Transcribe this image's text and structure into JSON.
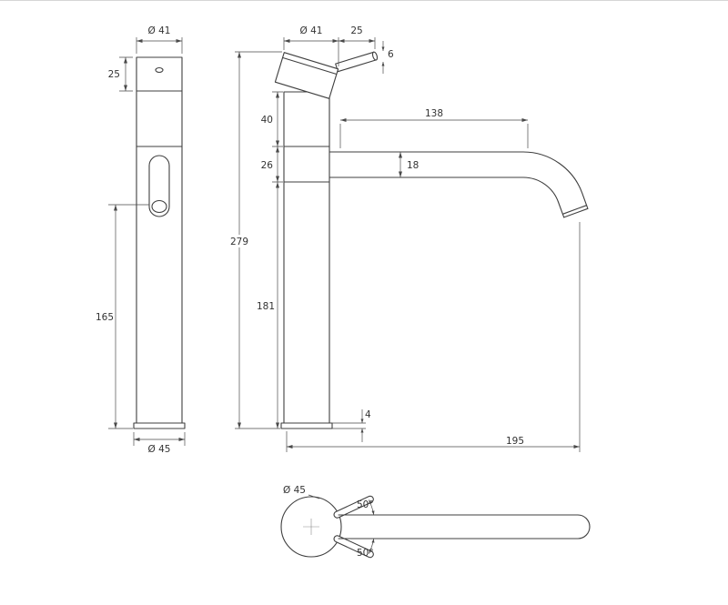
{
  "drawing": {
    "type": "faucet-technical-drawing",
    "colors": {
      "line": "#3f3f3f",
      "dimension": "#4a4a4a",
      "background": "#ffffff"
    }
  },
  "front_view": {
    "top_diameter": "Ø 41",
    "cap_height": "25",
    "spout_height": "165",
    "base_diameter": "Ø 45"
  },
  "side_view": {
    "top_diameter": "Ø 41",
    "handle_length": "25",
    "lever_diameter": "6",
    "upper_section": "40",
    "spout_section": "26",
    "spout_reach": "138",
    "spout_tube_diameter": "18",
    "total_height": "279",
    "lower_height": "181",
    "base_height": "4",
    "total_reach": "195"
  },
  "plan_view": {
    "base_diameter": "Ø 45",
    "handle_angle_upper": "50°",
    "handle_angle_lower": "50°"
  }
}
